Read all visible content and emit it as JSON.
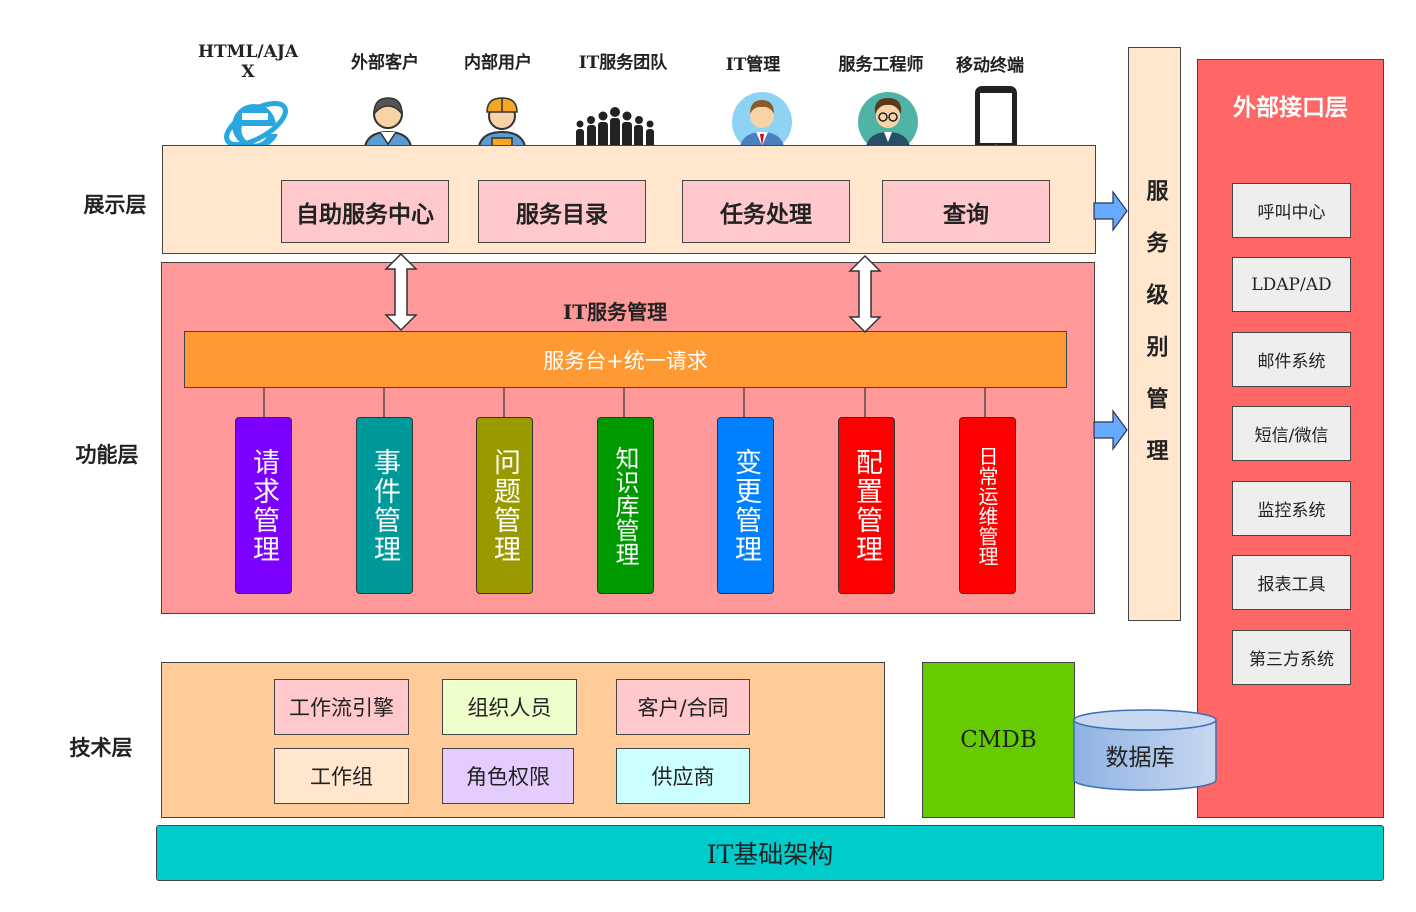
{
  "users": [
    {
      "label": "HTML/AJA X",
      "icon": "ie-browser-icon"
    },
    {
      "label": "外部客户",
      "icon": "external-customer-icon"
    },
    {
      "label": "内部用户",
      "icon": "internal-user-icon"
    },
    {
      "label": "IT服务团队",
      "icon": "service-team-icon"
    },
    {
      "label": "IT管理",
      "icon": "it-manager-icon"
    },
    {
      "label": "服务工程师",
      "icon": "service-engineer-icon"
    },
    {
      "label": "移动终端",
      "icon": "mobile-phone-icon"
    }
  ],
  "layers": {
    "presentation": "展示层",
    "function": "功能层",
    "technology": "技术层"
  },
  "presentation": {
    "items": [
      "自助服务中心",
      "服务目录",
      "任务处理",
      "查询"
    ]
  },
  "function": {
    "title": "IT服务管理",
    "service_desk": "服务台+统一请求",
    "modules": [
      {
        "label": "请求管理",
        "color": "#7b00ff"
      },
      {
        "label": "事件管理",
        "color": "#009999"
      },
      {
        "label": "问题管理",
        "color": "#999900"
      },
      {
        "label": "知识库管理",
        "color": "#009900"
      },
      {
        "label": "变更管理",
        "color": "#0080ff"
      },
      {
        "label": "配置管理",
        "color": "#ff0000"
      },
      {
        "label": "日常运维管理",
        "color": "#ff0000"
      }
    ]
  },
  "sla": {
    "label": "服务级别管理"
  },
  "external": {
    "title": "外部接口层",
    "items": [
      "呼叫中心",
      "LDAP/AD",
      "邮件系统",
      "短信/微信",
      "监控系统",
      "报表工具",
      "第三方系统"
    ]
  },
  "technology": {
    "items": [
      {
        "label": "工作流引擎",
        "color": "#ffc9cc"
      },
      {
        "label": "组织人员",
        "color": "#eeffcc"
      },
      {
        "label": "客户/合同",
        "color": "#ffc9cc"
      },
      {
        "label": "工作组",
        "color": "#ffe6cc"
      },
      {
        "label": "角色权限",
        "color": "#e5ccff"
      },
      {
        "label": "供应商",
        "color": "#ccffff"
      }
    ]
  },
  "cmdb": {
    "label": "CMDB"
  },
  "database": {
    "label": "数据库"
  },
  "infrastructure": {
    "label": "IT基础架构"
  },
  "colors": {
    "presentation_bg": "#ffe6cc",
    "function_bg": "#ff9999",
    "service_desk_bg": "#ff9933",
    "technology_bg": "#ffcc99",
    "cmdb_bg": "#66cc00",
    "database_bg": "#a9c4eb",
    "external_bg": "#ff6666",
    "infrastructure_bg": "#00cccc",
    "arrow_blue": "#66aaff"
  }
}
